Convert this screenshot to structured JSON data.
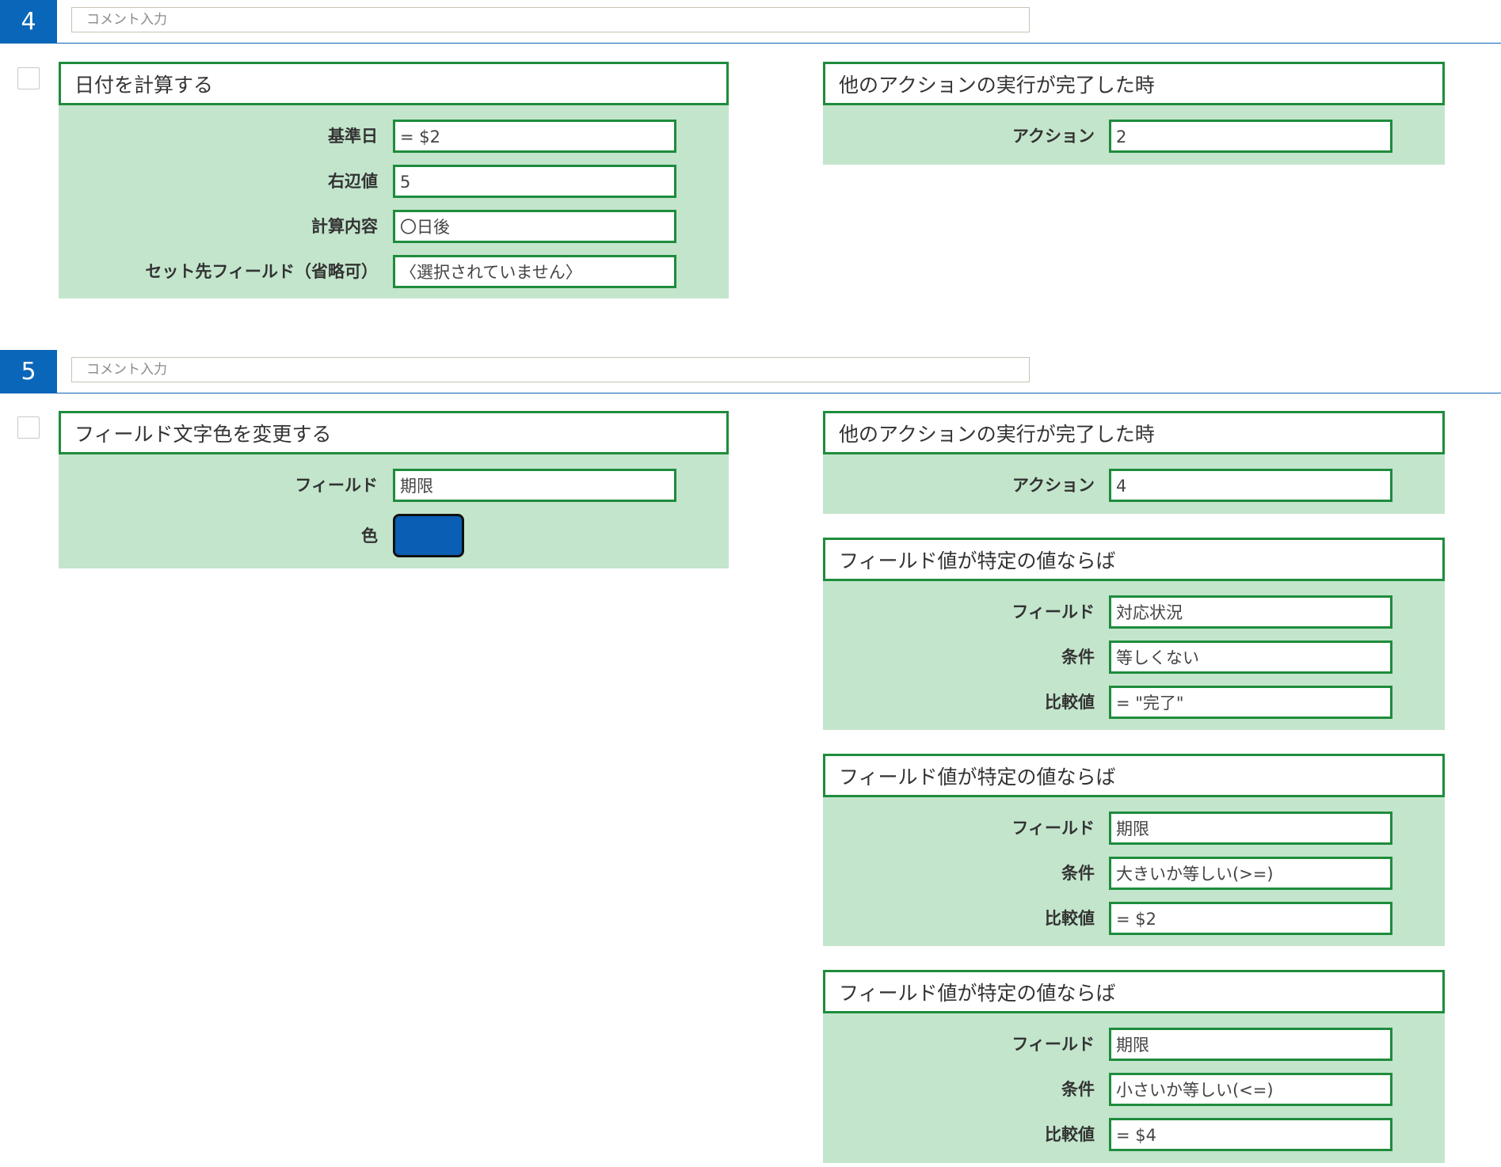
{
  "comment_placeholder": "コメント入力",
  "steps": [
    {
      "number": "4",
      "action": {
        "title": "日付を計算する",
        "fields": [
          {
            "label": "基準日",
            "value": "= $2"
          },
          {
            "label": "右辺値",
            "value": "5"
          },
          {
            "label": "計算内容",
            "value": "〇日後"
          },
          {
            "label": "セット先フィールド（省略可）",
            "value": "〈選択されていません〉"
          }
        ]
      },
      "conditions": [
        {
          "title": "他のアクションの実行が完了した時",
          "fields": [
            {
              "label": "アクション",
              "value": "2"
            }
          ]
        }
      ]
    },
    {
      "number": "5",
      "action": {
        "title": "フィールド文字色を変更する",
        "fields": [
          {
            "label": "フィールド",
            "value": "期限"
          }
        ],
        "color_label": "色",
        "color_value": "#0a5fb4"
      },
      "conditions": [
        {
          "title": "他のアクションの実行が完了した時",
          "fields": [
            {
              "label": "アクション",
              "value": "4"
            }
          ]
        },
        {
          "title": "フィールド値が特定の値ならば",
          "fields": [
            {
              "label": "フィールド",
              "value": "対応状況"
            },
            {
              "label": "条件",
              "value": "等しくない"
            },
            {
              "label": "比較値",
              "value": "= \"完了\""
            }
          ]
        },
        {
          "title": "フィールド値が特定の値ならば",
          "fields": [
            {
              "label": "フィールド",
              "value": "期限"
            },
            {
              "label": "条件",
              "value": "大きいか等しい(>=)"
            },
            {
              "label": "比較値",
              "value": "= $2"
            }
          ]
        },
        {
          "title": "フィールド値が特定の値ならば",
          "fields": [
            {
              "label": "フィールド",
              "value": "期限"
            },
            {
              "label": "条件",
              "value": "小さいか等しい(<=)"
            },
            {
              "label": "比較値",
              "value": "= $4"
            }
          ]
        }
      ]
    }
  ]
}
